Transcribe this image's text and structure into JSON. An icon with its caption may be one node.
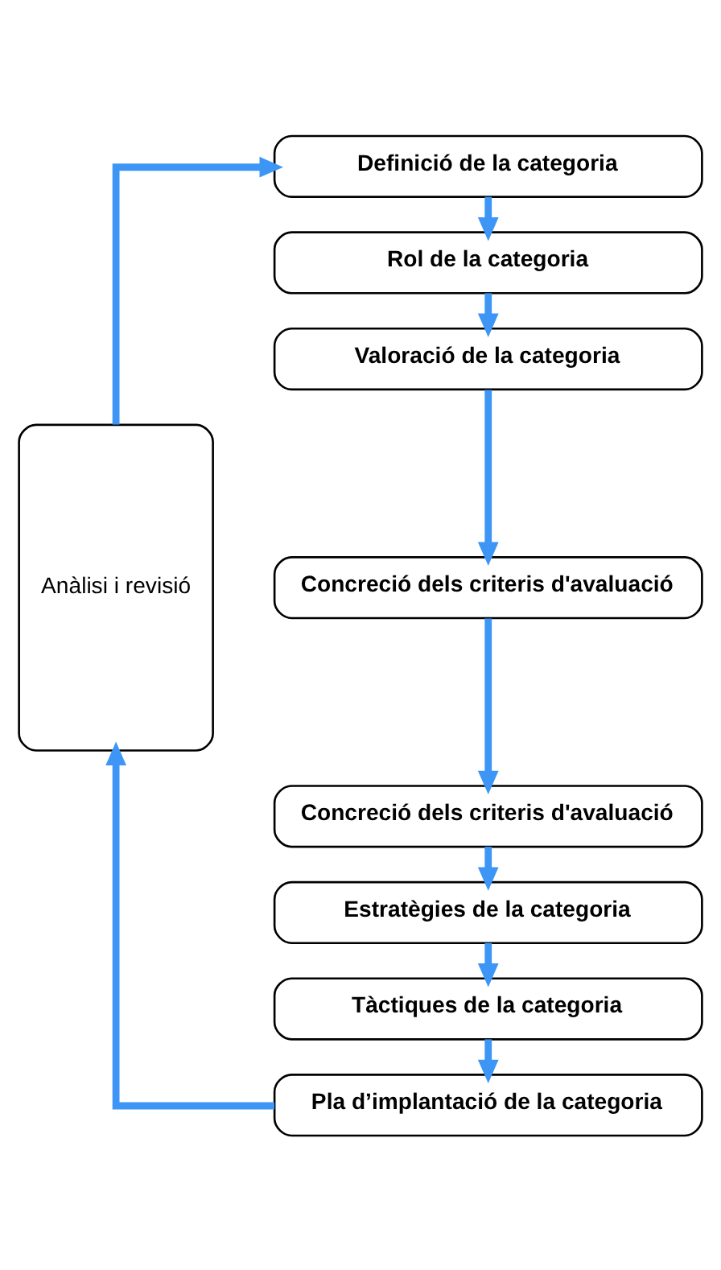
{
  "diagram": {
    "nodes": [
      {
        "text": [
          "Definició de la categoria"
        ]
      },
      {
        "text": [
          "Rol de la categoria"
        ]
      },
      {
        "text": [
          "Valoració de la categoria"
        ]
      },
      {
        "text": [
          "Concreció dels criteris d'avaluació"
        ]
      },
      {
        "text": [
          "Concreció dels criteris d'avaluació"
        ]
      },
      {
        "text": [
          "Estratègies de la categoria"
        ]
      },
      {
        "text": [
          "Tàctiques de la categoria"
        ]
      },
      {
        "text": [
          "Pla d’implantació de la categoria"
        ]
      },
      {
        "text": [
          "Anàlisi i revisió"
        ]
      }
    ],
    "edges": [
      {
        "from": 0,
        "to": 1,
        "arrow": "to"
      },
      {
        "from": 1,
        "to": 2,
        "arrow": "to"
      },
      {
        "from": 2,
        "to": 3,
        "arrow": "to"
      },
      {
        "from": 3,
        "to": 4,
        "arrow": "to"
      },
      {
        "from": 4,
        "to": 5,
        "arrow": "to"
      },
      {
        "from": 5,
        "to": 6,
        "arrow": "to"
      },
      {
        "from": 6,
        "to": 7,
        "arrow": "to"
      },
      {
        "from": 7,
        "to": 8,
        "arrow": "to"
      },
      {
        "from": 8,
        "to": 0,
        "arrow": "to"
      }
    ]
  }
}
